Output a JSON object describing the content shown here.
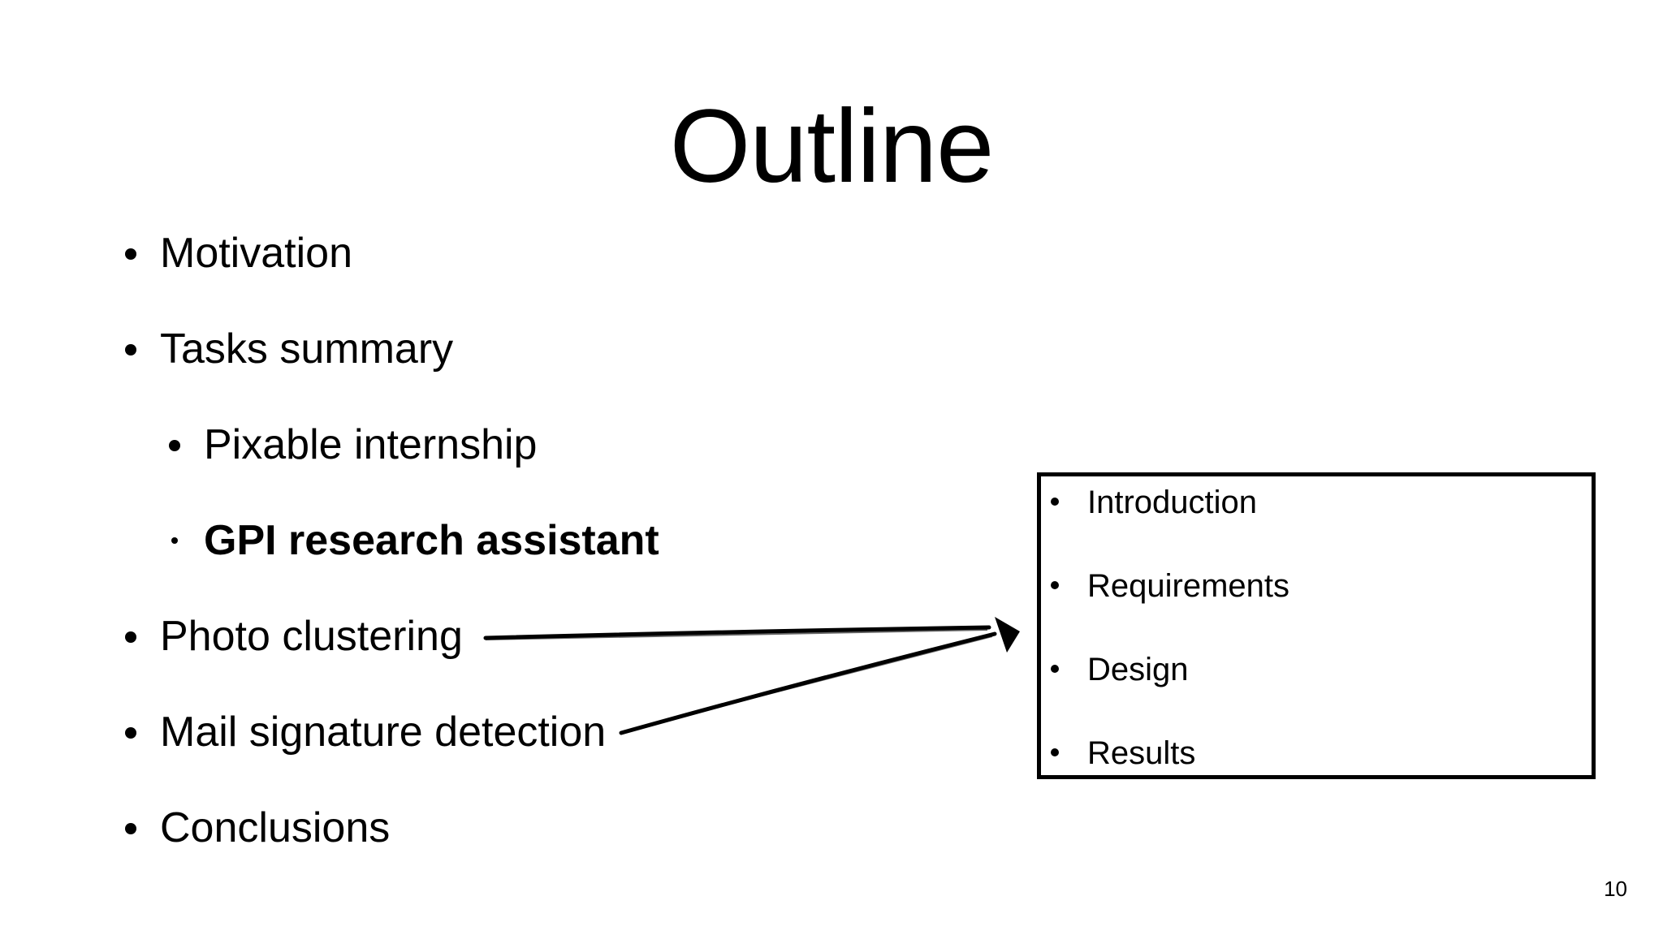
{
  "slide": {
    "title": "Outline",
    "page_number": "10"
  },
  "outline": {
    "items": [
      {
        "label": "Motivation"
      },
      {
        "label": "Tasks summary"
      },
      {
        "label": "Pixable internship"
      },
      {
        "label": "GPI research assistant"
      },
      {
        "label": "Photo clustering"
      },
      {
        "label": "Mail signature detection"
      },
      {
        "label": "Conclusions"
      }
    ]
  },
  "sections_box": {
    "items": [
      {
        "label": "Introduction"
      },
      {
        "label": "Requirements"
      },
      {
        "label": "Design"
      },
      {
        "label": "Results"
      }
    ]
  },
  "colors": {
    "background": "#ffffff",
    "text": "#000000"
  }
}
